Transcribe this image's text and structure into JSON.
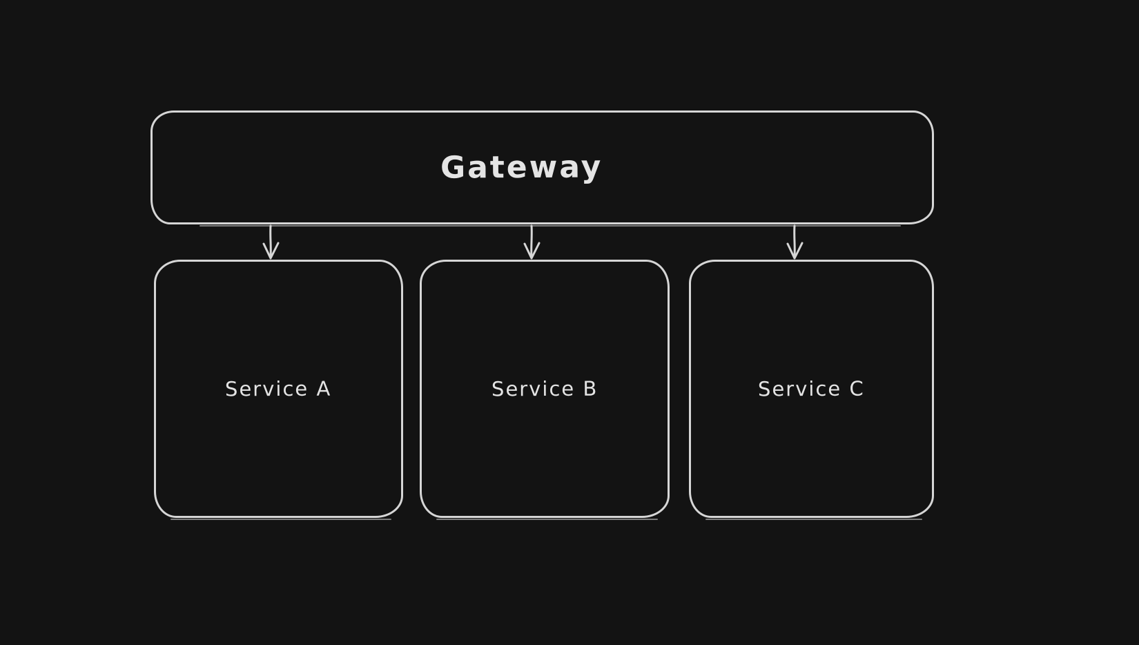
{
  "canvas": {
    "background_color": "#131313",
    "stroke_color": "#d6d6d6",
    "text_color": "#e4e4e4"
  },
  "nodes": {
    "gateway": {
      "label": "Gateway"
    },
    "services": [
      {
        "label": "Service A"
      },
      {
        "label": "Service B"
      },
      {
        "label": "Service C"
      }
    ]
  },
  "edges": [
    {
      "from": "Gateway",
      "to": "Service A",
      "type": "arrow"
    },
    {
      "from": "Gateway",
      "to": "Service B",
      "type": "arrow"
    },
    {
      "from": "Gateway",
      "to": "Service C",
      "type": "arrow"
    }
  ]
}
